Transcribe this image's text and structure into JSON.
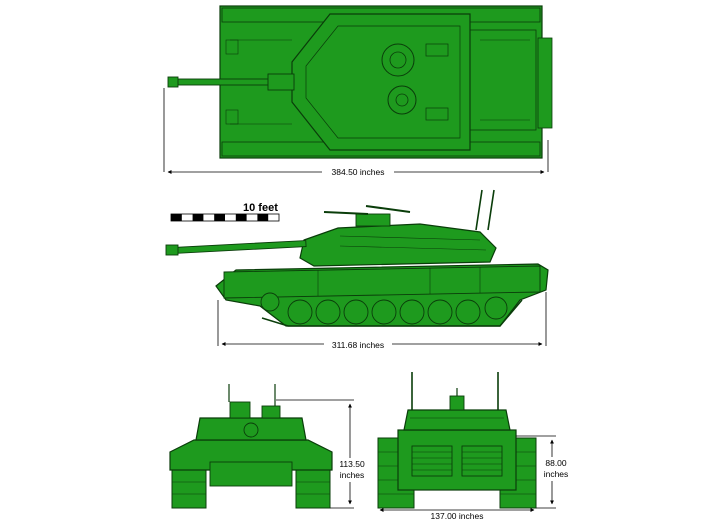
{
  "colors": {
    "vehicle_fill": "#1e9a1e",
    "vehicle_outline": "#0a3d0a",
    "dimension_line": "#000000"
  },
  "scale_bar": {
    "label": "10 feet",
    "segments": 10
  },
  "dimensions": {
    "overall_length": "384.50 inches",
    "hull_length": "311.68 inches",
    "overall_height_value": "113.50",
    "overall_height_unit": "inches",
    "turret_roof_height_value": "88.00",
    "turret_roof_height_unit": "inches",
    "overall_width": "137.00 inches"
  },
  "views": [
    "top-view",
    "side-view",
    "front-view",
    "rear-view"
  ]
}
